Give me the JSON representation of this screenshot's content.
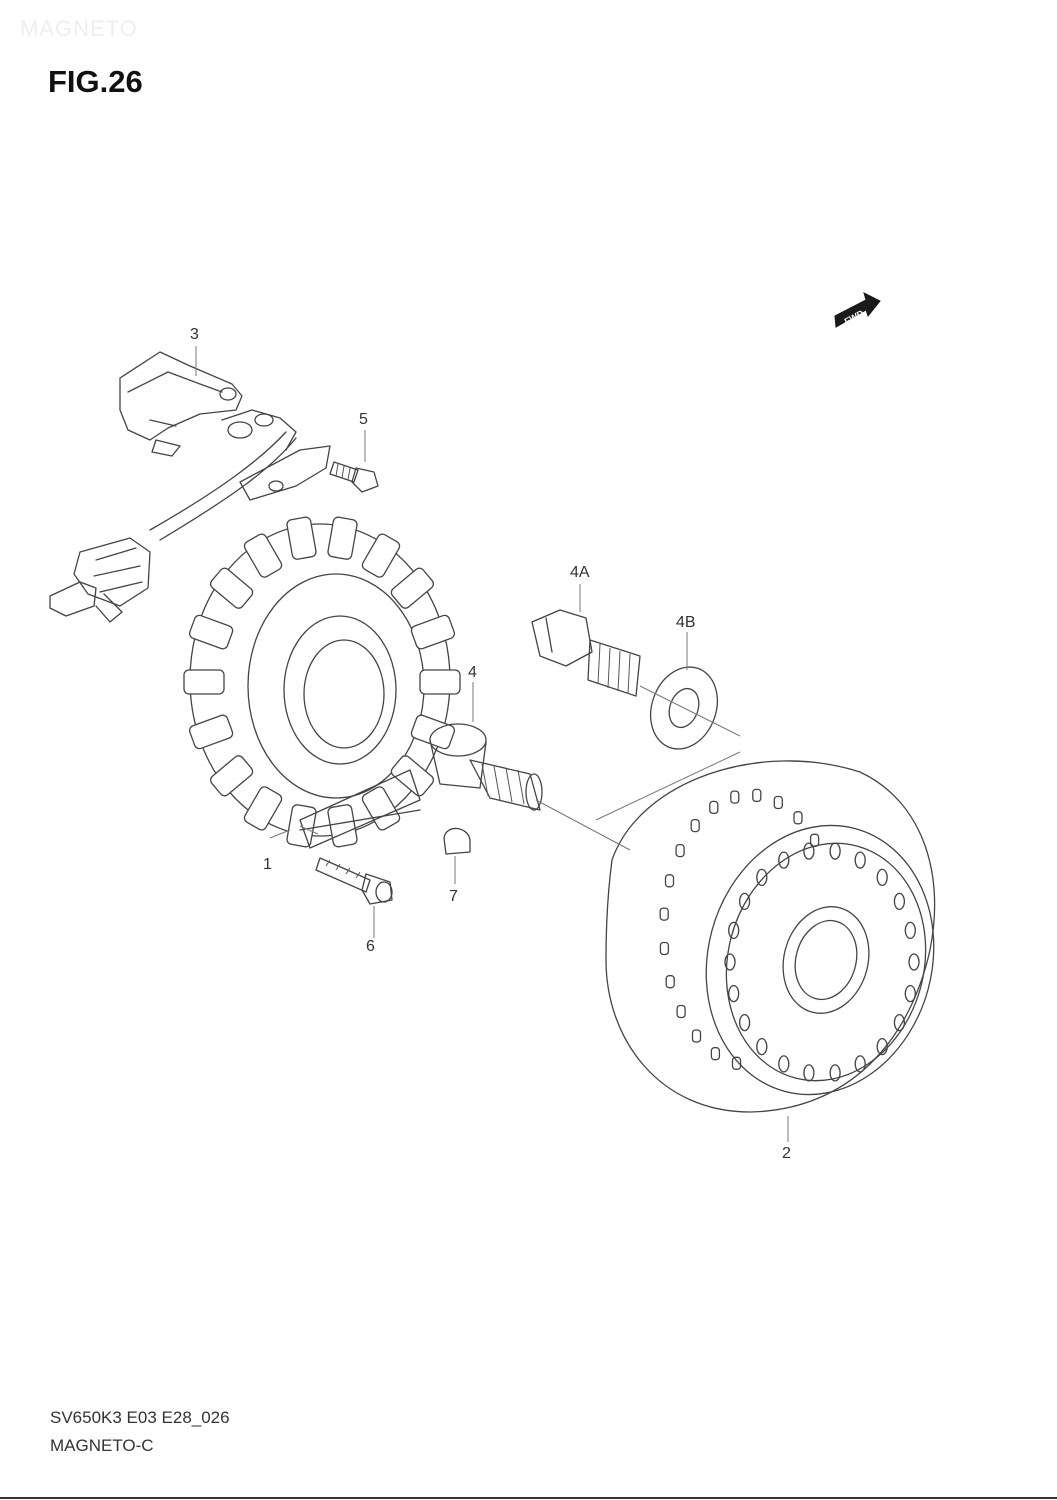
{
  "watermark": "MAGNETO",
  "figure_title": "FIG.26",
  "fwd_badge": "FWD",
  "callouts": {
    "c1": "1",
    "c2": "2",
    "c3": "3",
    "c4": "4",
    "c4a": "4A",
    "c4b": "4B",
    "c5": "5",
    "c6": "6",
    "c7": "7"
  },
  "footer": {
    "code": "SV650K3 E03 E28_026",
    "name": "MAGNETO-C"
  },
  "colors": {
    "line": "#444444",
    "title": "#111111",
    "background": "#ffffff"
  }
}
